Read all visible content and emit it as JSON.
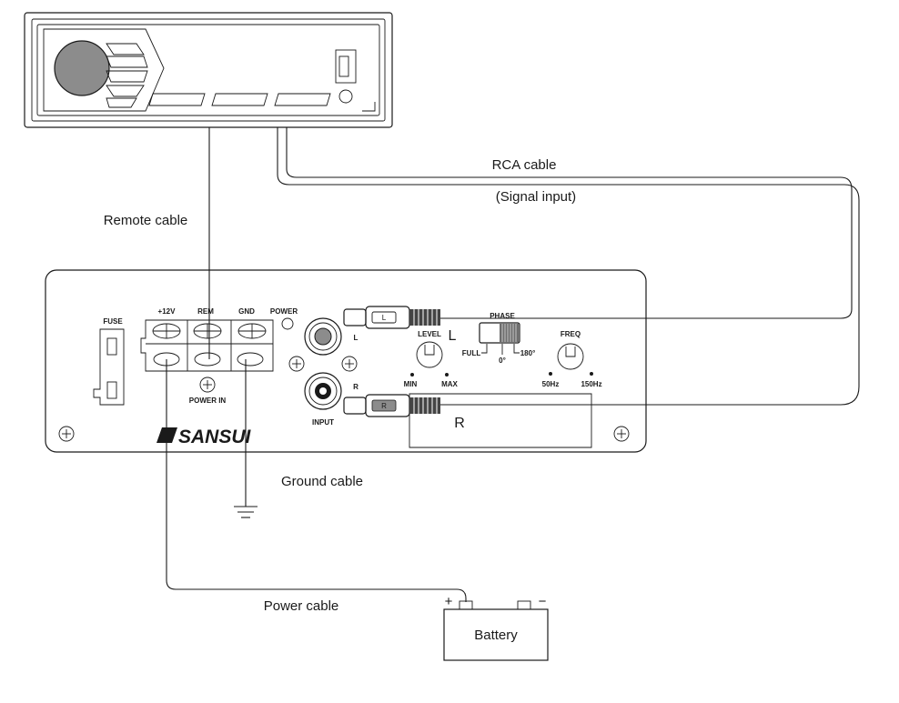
{
  "labels": {
    "rca_cable": "RCA cable",
    "signal_input": "(Signal input)",
    "remote_cable": "Remote cable",
    "ground_cable": "Ground cable",
    "power_cable": "Power cable",
    "battery": "Battery",
    "battery_plus": "+",
    "battery_minus": "−"
  },
  "amplifier": {
    "brand": "SANSUI",
    "fuse": "FUSE",
    "terminal_plus12v": "+12V",
    "terminal_rem": "REM",
    "terminal_gnd": "GND",
    "power": "POWER",
    "power_in": "POWER IN",
    "input_l": "L",
    "input_r": "R",
    "input": "INPUT",
    "level": "LEVEL",
    "level_min": "MIN",
    "level_max": "MAX",
    "phase": "PHASE",
    "phase_full": "FULL",
    "phase_0": "0°",
    "phase_180": "180°",
    "freq": "FREQ",
    "freq_50": "50Hz",
    "freq_150": "150Hz",
    "plug_l": "L",
    "plug_r": "R",
    "channel_l": "L",
    "channel_r": "R"
  }
}
